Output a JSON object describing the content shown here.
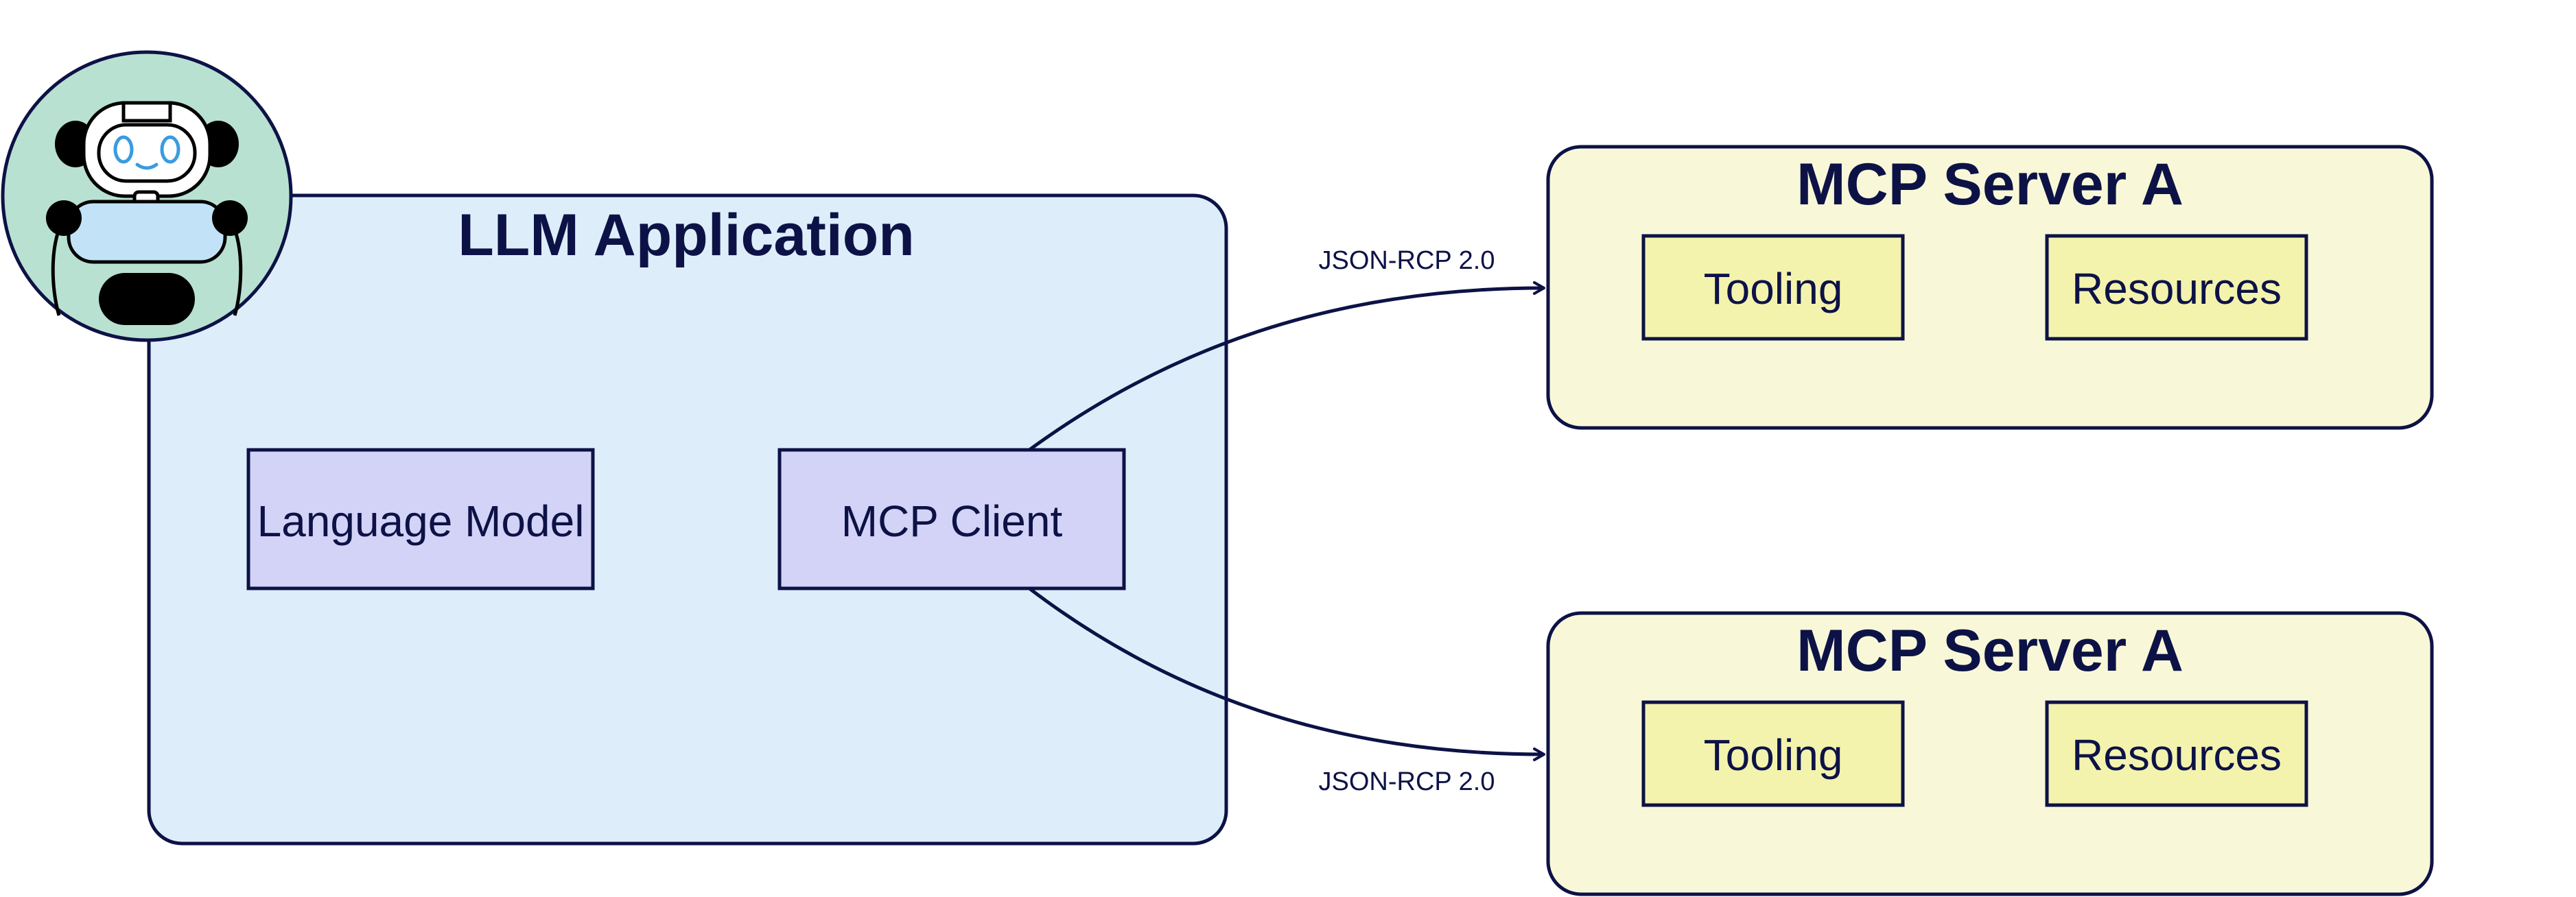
{
  "colors": {
    "stroke": "#0d1246",
    "app_fill": "#ddeefa",
    "module_fill": "#d3d3f7",
    "server_fill": "#f8f8d8",
    "server_box_fill": "#f3f3ae",
    "robot_bg": "#b9e1d2",
    "robot_body": "#c2e3f7",
    "robot_eye": "#3a9be0"
  },
  "llm_app": {
    "title": "LLM Application",
    "language_model": "Language Model",
    "mcp_client": "MCP Client"
  },
  "connections": [
    {
      "label": "JSON-RCP 2.0"
    },
    {
      "label": "JSON-RCP 2.0"
    }
  ],
  "servers": [
    {
      "title": "MCP Server A",
      "tooling": "Tooling",
      "resources": "Resources"
    },
    {
      "title": "MCP Server A",
      "tooling": "Tooling",
      "resources": "Resources"
    }
  ],
  "icons": {
    "assistant": "robot-icon"
  }
}
